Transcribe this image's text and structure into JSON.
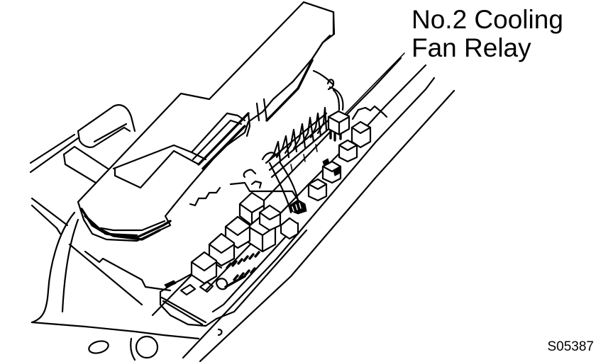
{
  "diagram": {
    "type": "service-manual-illustration",
    "subject": "Engine compartment relay block",
    "callout": {
      "line1": "No.2 Cooling",
      "line2": "Fan Relay",
      "target": "relay-component"
    },
    "figure_id": "S05387",
    "colors": {
      "line": "#000000",
      "background": "#ffffff"
    }
  }
}
